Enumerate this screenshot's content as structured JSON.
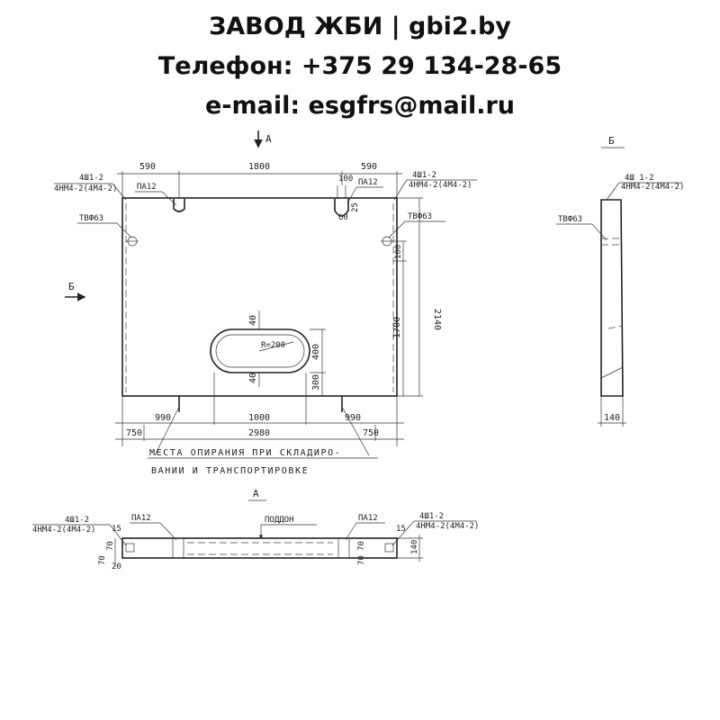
{
  "header": {
    "title": "ЗАВОД ЖБИ | gbi2.by",
    "phone": "Телефон: +375 29 134-28-65",
    "email": "e-mail: esgfrs@mail.ru"
  },
  "drawing": {
    "view_arrow_a": "А",
    "view_arrow_b": "Б",
    "view_b_title": "Б",
    "section_a_title": "А",
    "dims": {
      "top_left": "590",
      "top_mid": "1800",
      "top_right": "590",
      "h_total": "2140",
      "h_1700": "1700",
      "h_100_top": "100",
      "h_100_mid": "100",
      "w_60": "60",
      "w_25": "25",
      "slot_40_top": "40",
      "slot_40_bot": "40",
      "slot_400": "400",
      "slot_300": "300",
      "radius": "R=200",
      "bot_990_l": "990",
      "bot_1000": "1000",
      "bot_990_r": "990",
      "bot_750_l": "750",
      "bot_2980": "2980",
      "bot_750_r": "750",
      "side_140": "140",
      "sec_15_l": "15",
      "sec_70_l1": "70",
      "sec_70_l2": "70",
      "sec_20_l": "20",
      "sec_15_r": "15",
      "sec_70_r1": "70",
      "sec_70_r2": "70",
      "sec_140_r": "140"
    },
    "labels": {
      "left_4sh": "4Ш1-2",
      "left_4nm": "4НМ4-2(4М4-2)",
      "right_4sh": "4Ш1-2",
      "right_4nm": "4НМ4-2(4М4-2)",
      "pa_left": "ПА12",
      "pa_right": "ПА12",
      "tv_left": "ТВФ63",
      "tv_right": "ТВФ63",
      "side_4sh": "4Ш 1-2",
      "side_4nm": "4НМ4-2(4М4-2)",
      "side_tv": "ТВФ63",
      "sec_4sh_l": "4Ш1-2",
      "sec_4nm_l": "4НМ4-2(4М4-2)",
      "sec_pa_l": "ПА12",
      "sec_poddon": "ПОДДОН",
      "sec_pa_r": "ПА12",
      "sec_4sh_r": "4Ш1-2",
      "sec_4nm_r": "4НМ4-2(4М4-2)"
    },
    "note_line1": "МЕСТА ОПИРАНИЯ ПРИ СКЛАДИРО-",
    "note_line2": "ВАНИИ И ТРАНСПОРТИРОВКЕ"
  }
}
